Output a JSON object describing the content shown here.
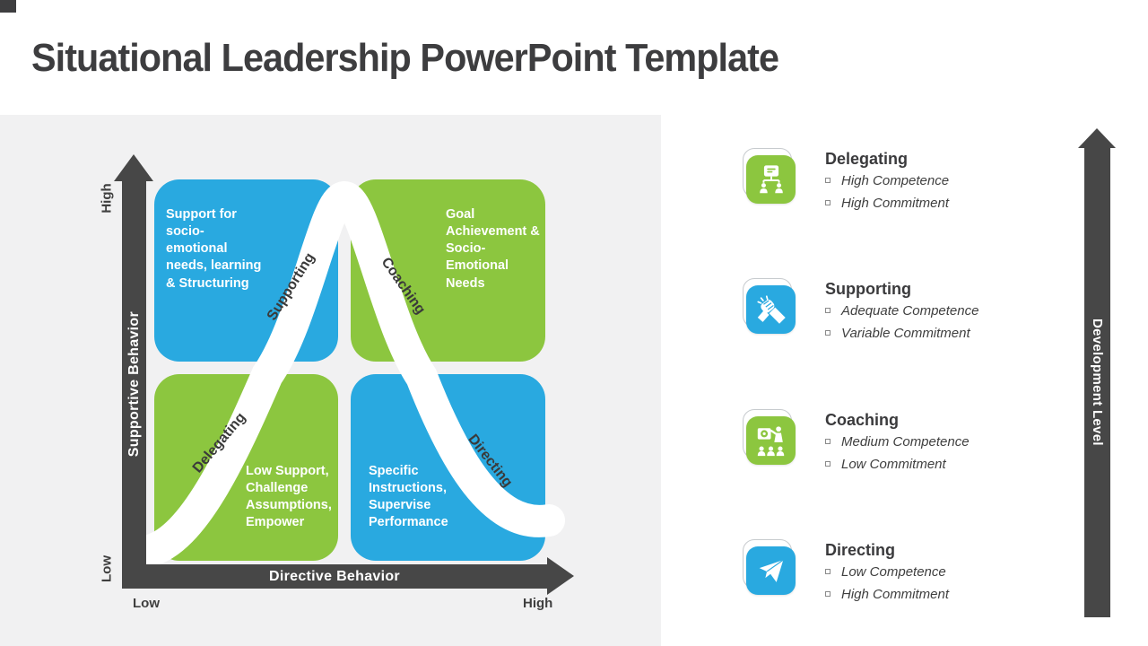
{
  "title": "Situational Leadership PowerPoint Template",
  "chart": {
    "y_axis": {
      "label": "Supportive Behavior",
      "top": "High",
      "bottom": "Low"
    },
    "x_axis": {
      "label": "Directive Behavior",
      "left": "Low",
      "right": "High"
    },
    "quadrants": {
      "top_left": {
        "text": "Support for\nsocio-\nemotional\nneeds, learning\n& Structuring",
        "color": "#29A9E0"
      },
      "top_right": {
        "text": "Goal\nAchievement &\nSocio-\nEmotional\nNeeds",
        "color": "#8CC63F"
      },
      "bottom_left": {
        "text": "Low Support,\nChallenge\nAssumptions,\nEmpower",
        "color": "#8CC63F"
      },
      "bottom_right": {
        "text": "Specific\nInstructions,\nSupervise\nPerformance",
        "color": "#29A9E0"
      }
    },
    "curve_labels": {
      "supporting": "Supporting",
      "coaching": "Coaching",
      "delegating": "Delegating",
      "directing": "Directing"
    }
  },
  "legend": {
    "items": [
      {
        "title": "Delegating",
        "icon": "org-chart-icon",
        "color": "#8CC63F",
        "bullets": [
          "High Competence",
          "High Commitment"
        ]
      },
      {
        "title": "Supporting",
        "icon": "handshake-icon",
        "color": "#29A9E0",
        "bullets": [
          "Adequate Competence",
          "Variable Commitment"
        ]
      },
      {
        "title": "Coaching",
        "icon": "presenter-board-icon",
        "color": "#8CC63F",
        "bullets": [
          "Medium Competence",
          "Low Commitment"
        ]
      },
      {
        "title": "Directing",
        "icon": "paper-plane-icon",
        "color": "#29A9E0",
        "bullets": [
          "Low Competence",
          "High Commitment"
        ]
      }
    ]
  },
  "development_arrow": {
    "label": "Development Level"
  },
  "colors": {
    "blue": "#29A9E0",
    "green": "#8CC63F",
    "arrow_dark": "#474747",
    "title_text": "#3D3D3F",
    "panel_bg": "#F1F1F2",
    "curve_white": "#FFFFFF"
  }
}
